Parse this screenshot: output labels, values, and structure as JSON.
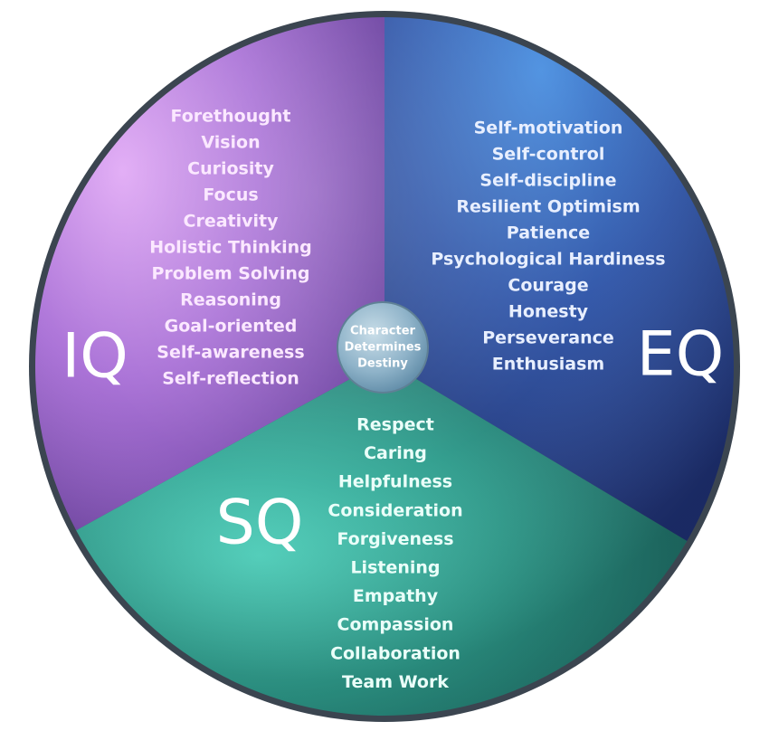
{
  "center": {
    "lines": [
      "Character",
      "Determines",
      "Destiny"
    ]
  },
  "segments": {
    "iq": {
      "label": "IQ",
      "items": [
        "Forethought",
        "Vision",
        "Curiosity",
        "Focus",
        "Creativity",
        "Holistic Thinking",
        "Problem Solving",
        "Reasoning",
        "Goal-oriented",
        "Self-awareness",
        "Self-reflection"
      ]
    },
    "eq": {
      "label": "EQ",
      "items": [
        "Self-motivation",
        "Self-control",
        "Self-discipline",
        "Resilient Optimism",
        "Patience",
        "Psychological Hardiness",
        "Courage",
        "Honesty",
        "Perseverance",
        "Enthusiasm"
      ]
    },
    "sq": {
      "label": "SQ",
      "items": [
        "Respect",
        "Caring",
        "Helpfulness",
        "Consideration",
        "Forgiveness",
        "Listening",
        "Empathy",
        "Compassion",
        "Collaboration",
        "Team Work"
      ]
    }
  },
  "colors": {
    "iq": "#a86fd6",
    "eq": "#2f55a8",
    "sq": "#2e9c8c",
    "iq_text": "#fbe8ff",
    "eq_text": "#e8efff",
    "sq_text": "#eafff9",
    "center": "#8fb3c9",
    "border": "#4a5560"
  }
}
